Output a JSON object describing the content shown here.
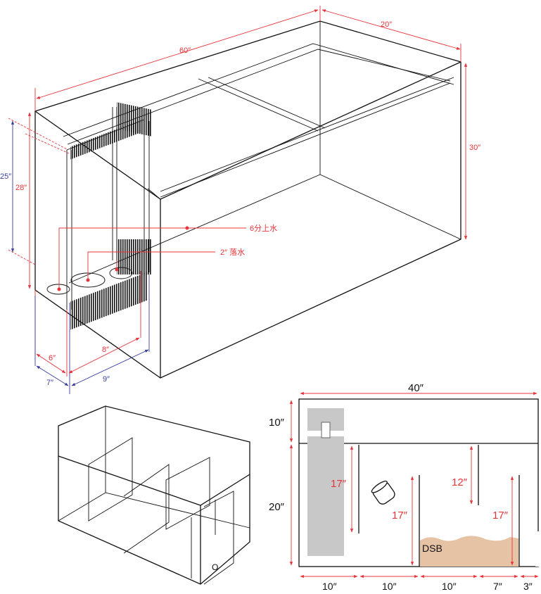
{
  "colors": {
    "dimension_red": "#e5343a",
    "dimension_blue": "#3a3f9a",
    "sand": "#e6c3a5",
    "overflow_gray": "#c8c8c8",
    "outline": "#111111"
  },
  "tank_3d": {
    "length_label": "60″",
    "depth_label": "20″",
    "height_label": "30″",
    "box_height_outer_label": "28″",
    "box_height_inner_label": "25″",
    "box_width_outer_label": "6″",
    "box_width_inner_label": "7″",
    "box_length_inner_label": "8″",
    "box_length_outer_label": "9″",
    "supply_label": "6分上水",
    "drain_label": "2″ 落水"
  },
  "sump_front": {
    "total_length_label": "40″",
    "upper_height_label": "10″",
    "lower_height_label": "20″",
    "baffle1_label": "17″",
    "baffle2_label": "17″",
    "baffle3_label": "12″",
    "baffle4_label": "17″",
    "dsb_label": "DSB",
    "seg1_label": "10″",
    "seg2_label": "10″",
    "seg3_label": "10″",
    "seg4_label": "7″",
    "seg5_label": "3″"
  },
  "sump_3d": {
    "outlet_label": "O"
  }
}
